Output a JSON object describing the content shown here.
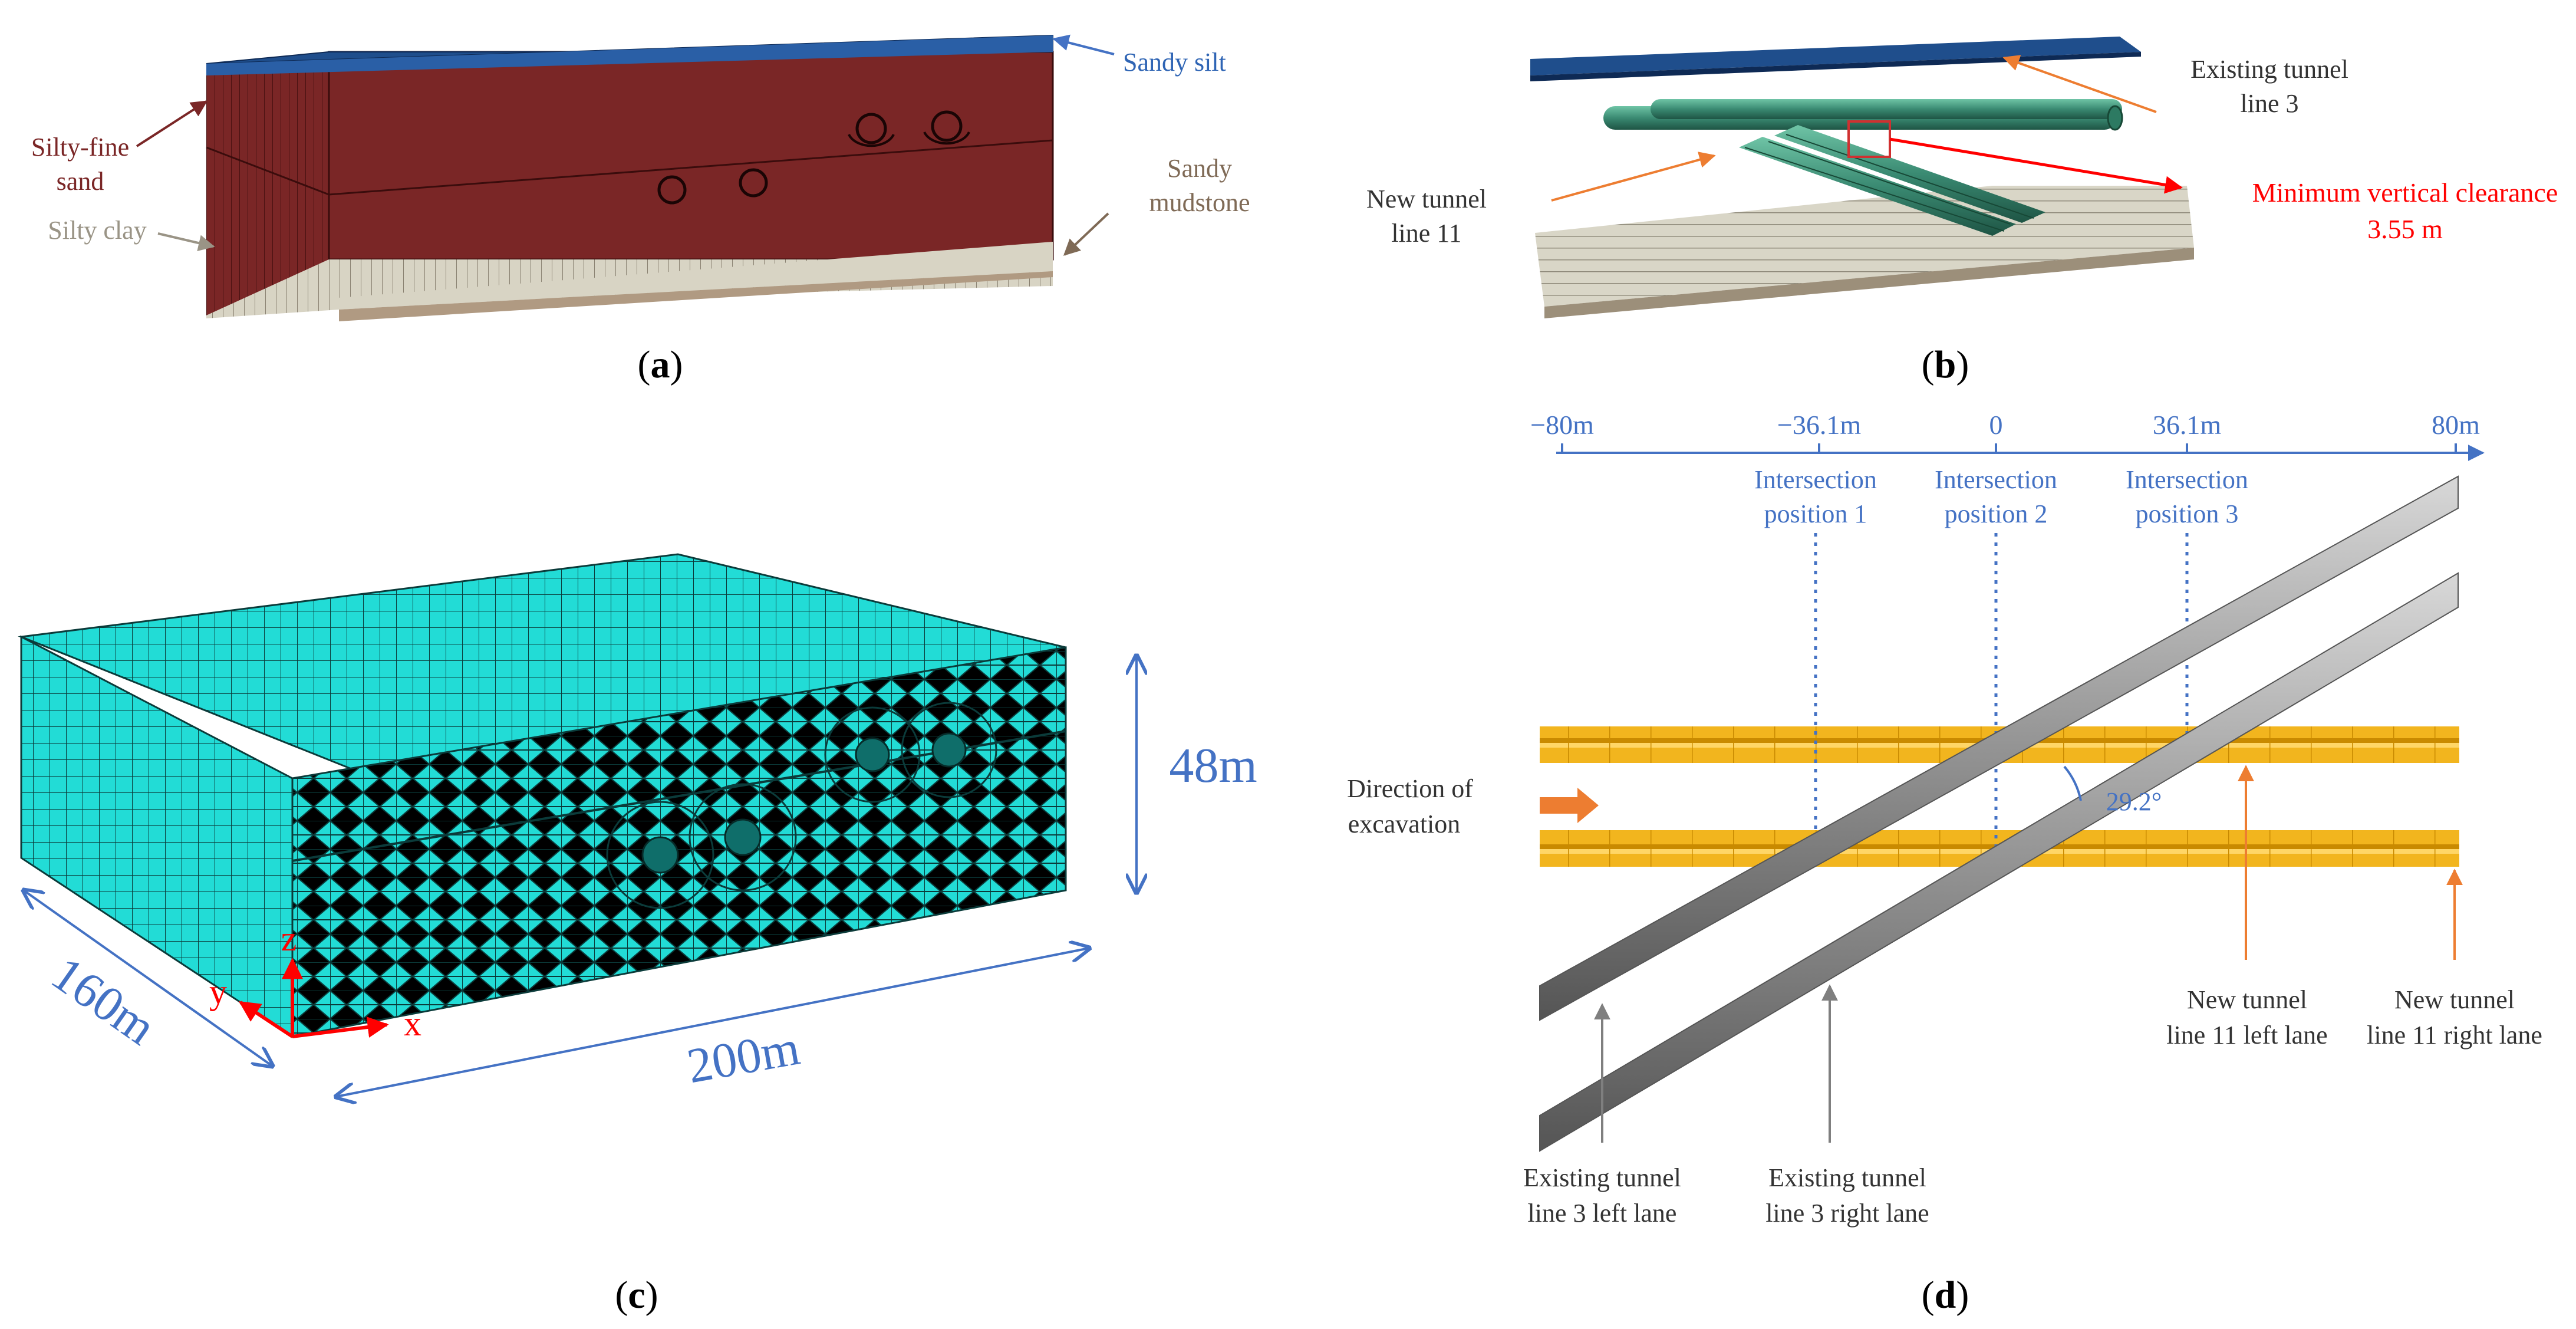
{
  "colors": {
    "sandy_silt": "#1f4e8c",
    "silty_fine_sand": "#7a2626",
    "silty_clay": "#d8d4c4",
    "sandy_mudstone": "#b09a82",
    "tunnel_line3": "#3a8a72",
    "tunnel_line11": "#3a8a72",
    "mesh_fill": "#22dcd6",
    "axis_blue": "#4472c4",
    "label_orange": "#ed7d31",
    "label_red": "#ff0000",
    "label_gray": "#7f7f7f",
    "tunnel_yellow": "#f0b020",
    "tunnel_gray": "#8c8c8c"
  },
  "panels": {
    "a": {
      "tag_open": "(",
      "tag_letter": "a",
      "tag_close": ")",
      "labels": {
        "sandy_silt": "Sandy silt",
        "silty_fine_sand_1": "Silty-fine",
        "silty_fine_sand_2": "sand",
        "silty_clay": "Silty clay",
        "sandy_mudstone_1": "Sandy",
        "sandy_mudstone_2": "mudstone"
      }
    },
    "b": {
      "tag_open": "(",
      "tag_letter": "b",
      "tag_close": ")",
      "labels": {
        "existing_1": "Existing tunnel",
        "existing_2": "line 3",
        "new_1": "New tunnel",
        "new_2": "line 11",
        "clearance_1": "Minimum vertical clearance",
        "clearance_2": "3.55 m"
      }
    },
    "c": {
      "tag_open": "(",
      "tag_letter": "c",
      "tag_close": ")",
      "dims": {
        "height": "48m",
        "depth": "160m",
        "width": "200m"
      },
      "axes": {
        "z": "z",
        "y": "y",
        "x": "x"
      }
    },
    "d": {
      "tag_open": "(",
      "tag_letter": "d",
      "tag_close": ")",
      "ticks": [
        "−80m",
        "−36.1m",
        "0",
        "36.1m",
        "80m"
      ],
      "positions": [
        {
          "line1": "Intersection",
          "line2": "position 1"
        },
        {
          "line1": "Intersection",
          "line2": "position 2"
        },
        {
          "line1": "Intersection",
          "line2": "position 3"
        }
      ],
      "angle": "29.2°",
      "direction_1": "Direction of",
      "direction_2": "excavation",
      "new_left_1": "New tunnel",
      "new_left_2": "line 11 left lane",
      "new_right_1": "New tunnel",
      "new_right_2": "line 11 right lane",
      "exist_left_1": "Existing tunnel",
      "exist_left_2": "line 3 left lane",
      "exist_right_1": "Existing tunnel",
      "exist_right_2": "line 3 right lane"
    }
  }
}
